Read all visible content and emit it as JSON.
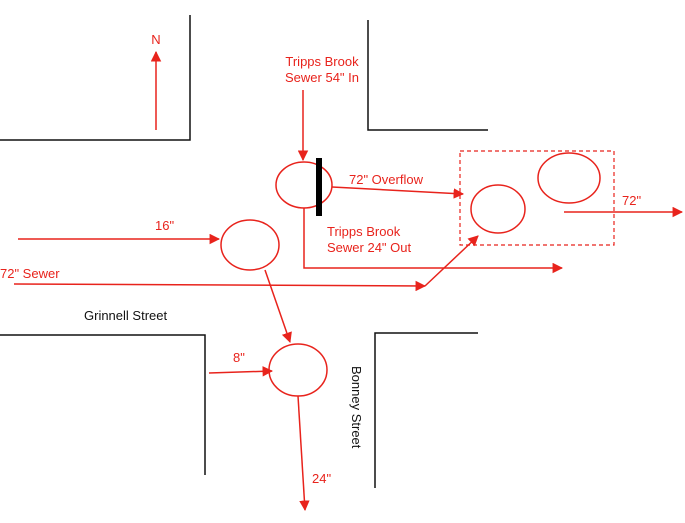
{
  "colors": {
    "pipe": "#e8231c",
    "street": "#111111",
    "weir": "#000000"
  },
  "north": {
    "label": "N"
  },
  "streets": {
    "grinnell": "Grinnell Street",
    "bonney": "Bonney Street"
  },
  "labels": {
    "tripps_in_line1": "Tripps Brook",
    "tripps_in_line2": "Sewer 54\" In",
    "overflow": "72\" Overflow",
    "out_72": "72\"",
    "tripps_out_line1": "Tripps Brook",
    "tripps_out_line2": "Sewer 24\" Out",
    "pipe_16": "16\"",
    "sewer_72": "72\" Sewer",
    "pipe_8": "8\"",
    "pipe_24": "24\""
  }
}
